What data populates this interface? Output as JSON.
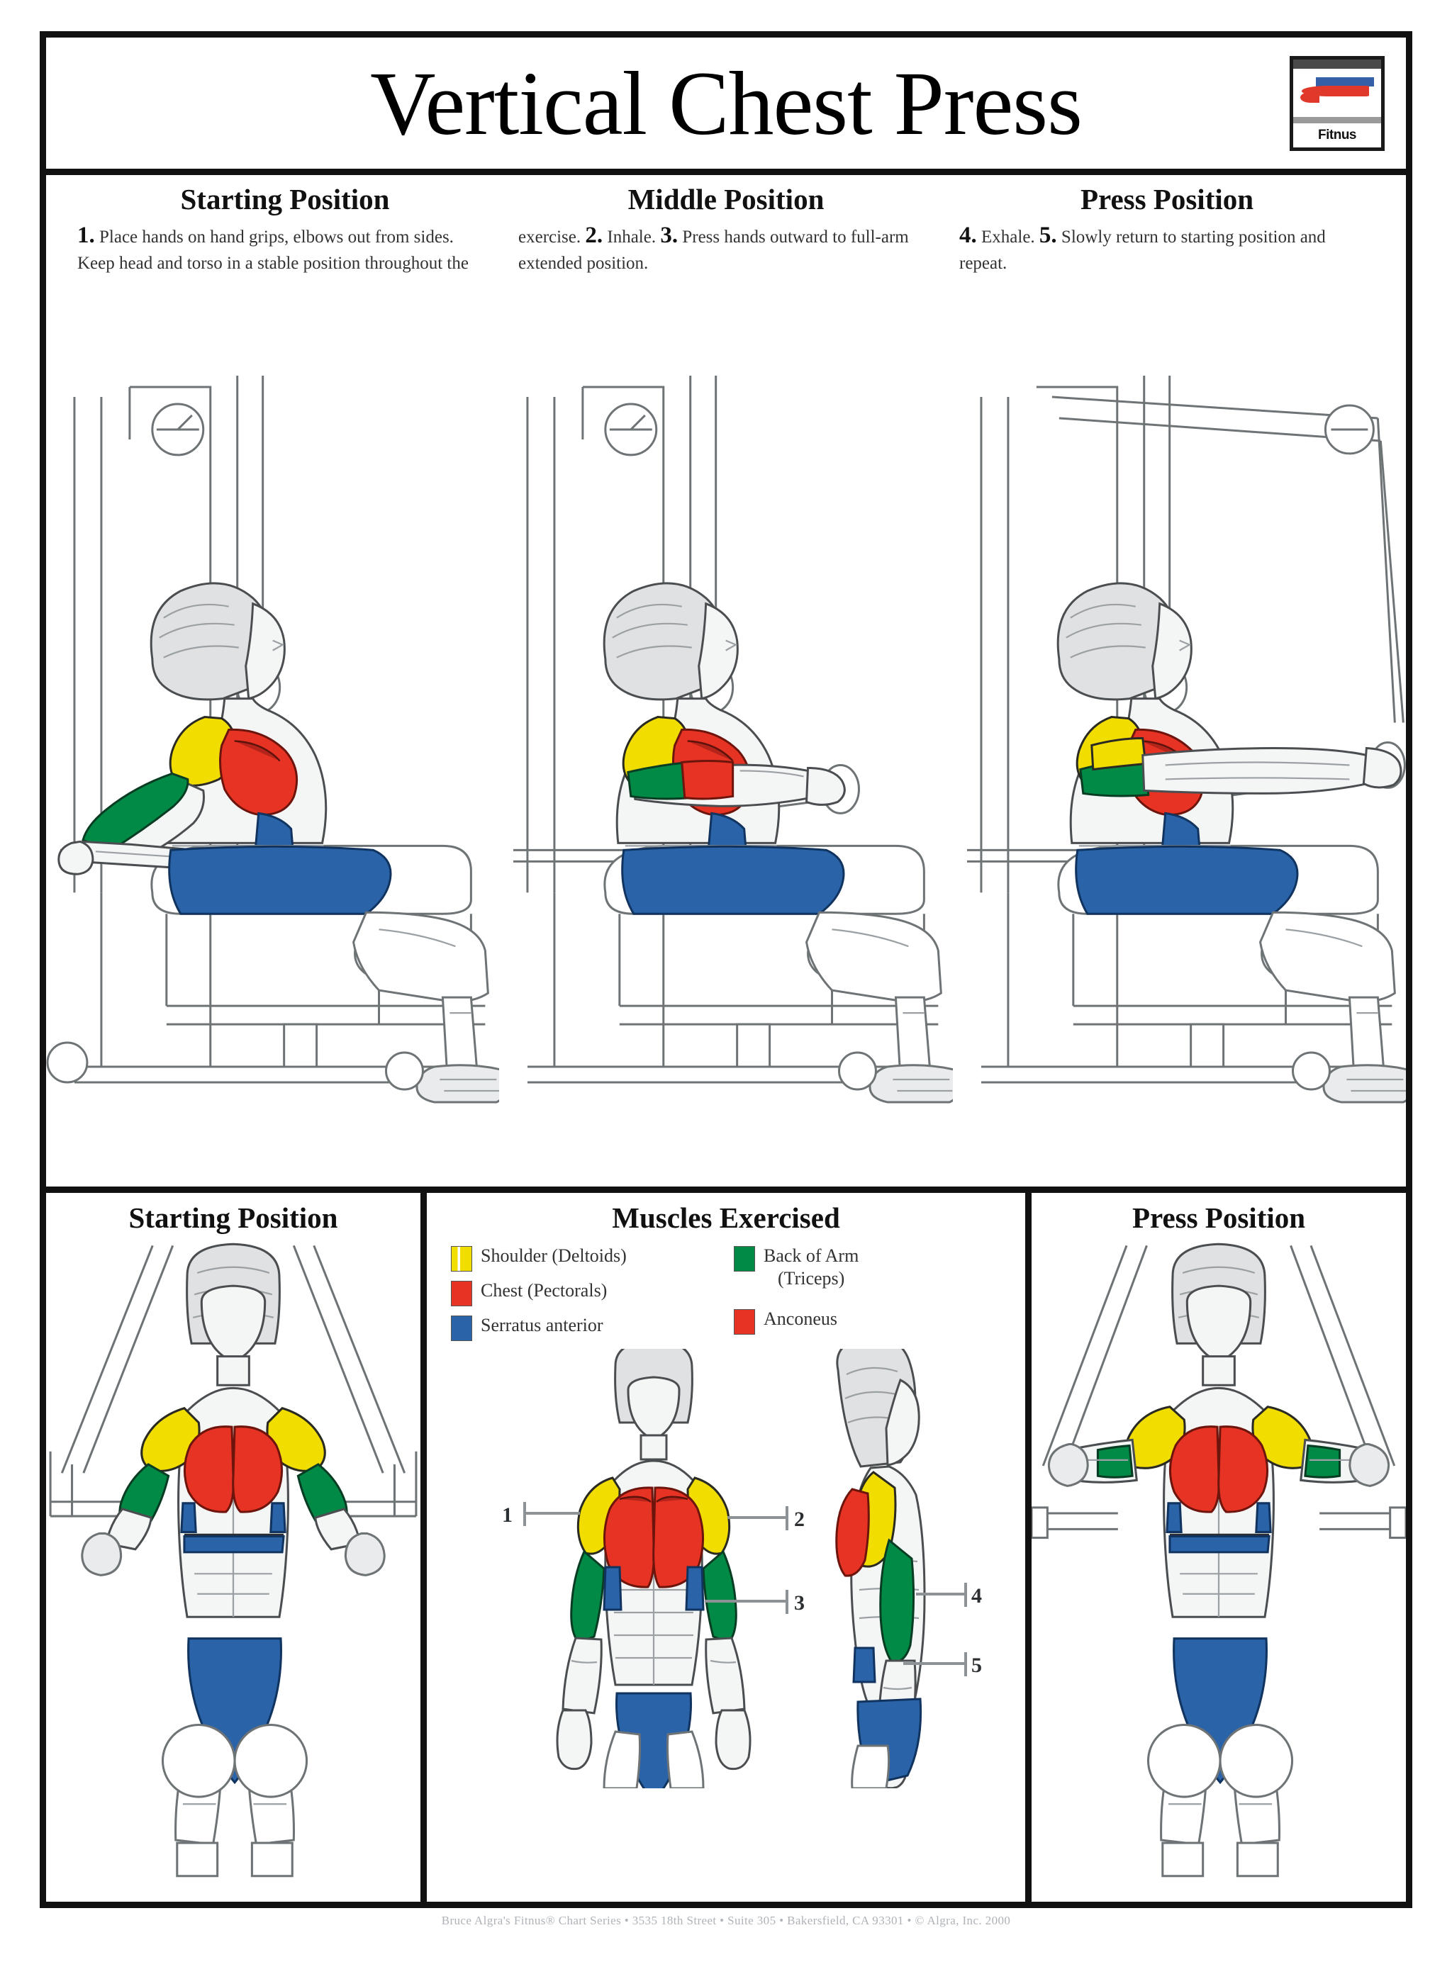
{
  "header": {
    "title": "Vertical Chest Press",
    "logo_brand": "Fitnus",
    "logo_icon": "fitnus-logo"
  },
  "instructions": [
    {
      "heading": "Starting Position",
      "step_number": "1.",
      "body": "Place hands on hand grips, elbows out from sides. Keep head and torso in a stable position throughout the"
    },
    {
      "heading": "Middle Position",
      "lead": "exercise.",
      "step_number": "2.",
      "body": "Inhale.",
      "step_number2": "3.",
      "body2": "Press hands outward to full-arm extended position."
    },
    {
      "heading": "Press Position",
      "step_number": "4.",
      "body": "Exhale.",
      "step_number2": "5.",
      "body2": "Slowly return to starting position and repeat."
    }
  ],
  "main_panels": [
    {
      "name": "starting-position-side-view"
    },
    {
      "name": "middle-position-side-view"
    },
    {
      "name": "press-position-side-view"
    }
  ],
  "bottom": {
    "left_heading": "Starting Position",
    "center_heading": "Muscles Exercised",
    "right_heading": "Press Position",
    "legend": {
      "left_column": [
        {
          "label": "Shoulder (Deltoids)",
          "color": "#f2dd00",
          "swatch": "striped-yellow"
        },
        {
          "label": "Chest (Pectorals)",
          "color": "#e63323",
          "swatch": "solid"
        },
        {
          "label": "Serratus anterior",
          "color": "#2b63a8",
          "swatch": "solid"
        }
      ],
      "right_column": [
        {
          "label": "Back of Arm",
          "sublabel": "(Triceps)",
          "color": "#008a46",
          "swatch": "solid"
        },
        {
          "label": "Anconeus",
          "sublabel": "",
          "color": "#e63323",
          "swatch": "solid"
        }
      ]
    },
    "callouts": [
      {
        "number": "1",
        "side": "left"
      },
      {
        "number": "2",
        "side": "right"
      },
      {
        "number": "3",
        "side": "right"
      },
      {
        "number": "4",
        "side": "right"
      },
      {
        "number": "5",
        "side": "right"
      }
    ]
  },
  "footer": {
    "text": "Bruce Algra's  Fitnus® Chart Series  •  3535 18th Street • Suite 305 • Bakersfield, CA 93301 •  © Algra, Inc. 2000"
  },
  "colors": {
    "deltoid_yellow": "#f2dd00",
    "pectoral_red": "#e63323",
    "triceps_green": "#008a46",
    "serratus_blue": "#2b63a8",
    "frame_black": "#111111",
    "line_gray": "#6e7376"
  }
}
